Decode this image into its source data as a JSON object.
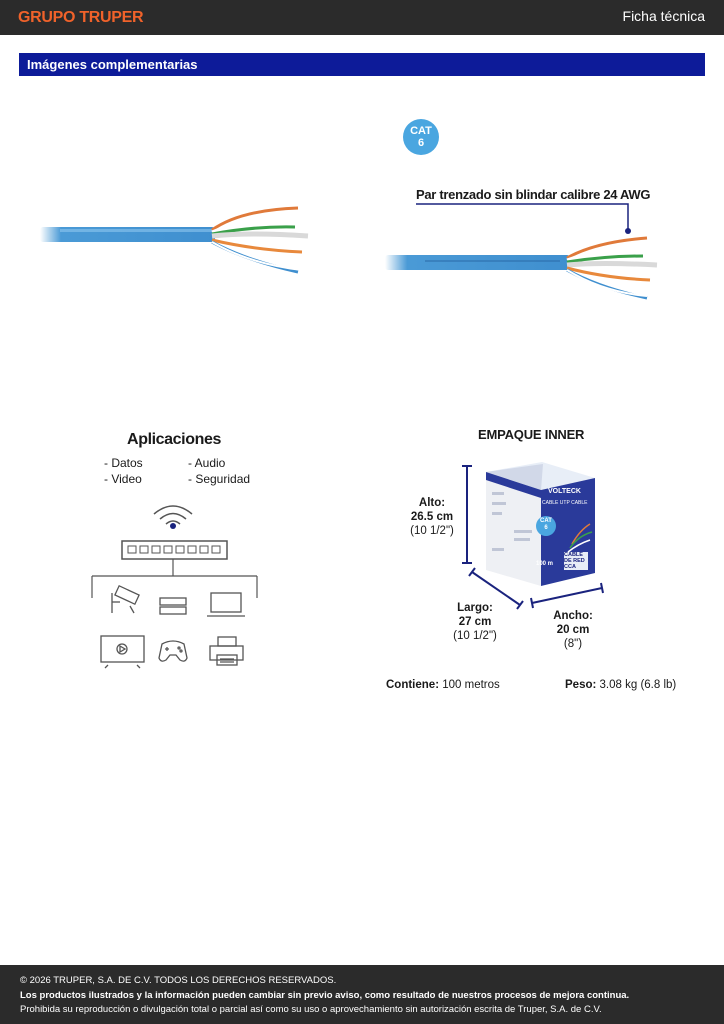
{
  "header": {
    "brand": "GRUPO TRUPER",
    "doc_title": "Ficha técnica"
  },
  "section": {
    "title": "Imágenes complementarias"
  },
  "product": {
    "cat_badge_line1": "CAT",
    "cat_badge_line2": "6",
    "callout": "Par trenzado sin blindar calibre 24 AWG"
  },
  "applications": {
    "title": "Aplicaciones",
    "items": [
      "- Datos",
      "- Video",
      "- Audio",
      "- Seguridad"
    ],
    "icons": [
      "wifi-icon",
      "network-switch-icon",
      "security-camera-icon",
      "dvr-icon",
      "laptop-icon",
      "tv-icon",
      "gamepad-icon",
      "printer-icon"
    ]
  },
  "package": {
    "title": "EMPAQUE INNER",
    "box_brand": "VOLTECK",
    "box_subtitle": "CABLE UTP CABLE",
    "box_cat_line1": "CAT",
    "box_cat_line2": "6",
    "box_length": "100 m",
    "box_side": "CABLE DE RED CCA",
    "alto_label": "Alto:",
    "alto_value": "26.5 cm",
    "alto_inch": "(10 1/2\")",
    "largo_label": "Largo:",
    "largo_value": "27 cm",
    "largo_inch": "(10 1/2\")",
    "ancho_label": "Ancho:",
    "ancho_value": "20 cm",
    "ancho_inch": "(8\")",
    "contains_label": "Contiene:",
    "contains_value": " 100 metros",
    "weight_label": "Peso:",
    "weight_value": " 3.08 kg (6.8 lb)"
  },
  "colors": {
    "header_bg": "#2b2b2b",
    "brand": "#f0622a",
    "section_bar": "#0d1b99",
    "cable_blue": "#4a9ad6",
    "box_blue": "#2a3a9a",
    "dimension_line": "#1a237e"
  },
  "footer": {
    "line1": "© 2026 TRUPER, S.A. DE C.V. TODOS LOS DERECHOS RESERVADOS.",
    "line2": "Los productos ilustrados y la información pueden cambiar sin previo aviso, como resultado de nuestros procesos de mejora continua.",
    "line3": "Prohibida su reproducción o divulgación total o parcial así como su uso o aprovechamiento sin autorización escrita de Truper, S.A. de C.V."
  }
}
